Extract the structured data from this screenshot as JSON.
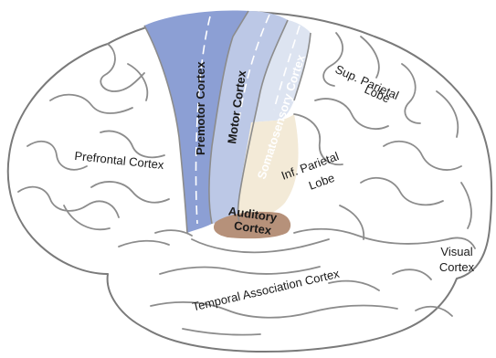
{
  "regions": {
    "prefrontal": {
      "label": "Prefrontal Cortex"
    },
    "premotor": {
      "label": "Premotor Cortex",
      "color": "#8c9fd4"
    },
    "motor": {
      "label": "Motor Cortex",
      "color": "#bcc8e6"
    },
    "somatosensory": {
      "label": "Somatosensory Cortex",
      "color": "#dde4f1"
    },
    "sup_parietal": {
      "line1": "Sup. Parietal",
      "line2": "Lobe"
    },
    "inf_parietal": {
      "line1": "Inf. Parietal",
      "line2": "Lobe",
      "color": "#f3ead7"
    },
    "auditory": {
      "line1": "Auditory",
      "line2": "Cortex",
      "color": "#b6917a"
    },
    "temporal_association": {
      "label": "Temporal Association Cortex"
    },
    "visual": {
      "line1": "Visual",
      "line2": "Cortex"
    }
  }
}
